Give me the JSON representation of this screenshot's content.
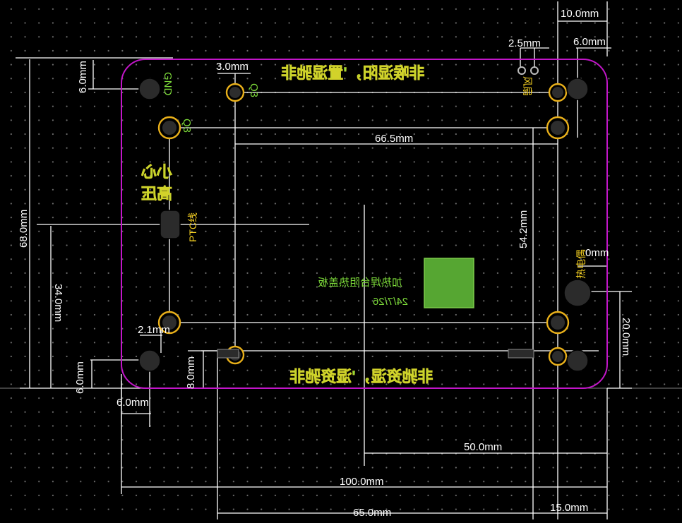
{
  "dimensions": {
    "d_10mm": "10.0mm",
    "d_6mm_top": "6.0mm",
    "d_2_5mm": "2.5mm",
    "d_3mm": "3.0mm",
    "d_6mm_left_top": "6.0mm",
    "d_66_5mm": "66.5mm",
    "d_68mm": "68.0mm",
    "d_54_2mm": "54.2mm",
    "d_34mm": "34.0mm",
    "d_r0mm": "0mm",
    "d_2_1mm": "2.1mm",
    "d_20mm": "20.0mm",
    "d_6mm_left_bottom": "6.0mm",
    "d_8mm": "8.0mm",
    "d_6mm_bottom": "6.0mm",
    "d_50mm": "50.0mm",
    "d_100mm": "100.0mm",
    "d_65mm": "65.0mm",
    "d_15mm": "15.0mm"
  },
  "silkscreen": {
    "top_banner": "非喉湿阳，'置湿驰非",
    "bottom_banner": "非驰资湿，'湿资驰非",
    "left_note_1": "小心",
    "left_note_2": "高压",
    "ptc_label": "PTC线",
    "fuse_label": "风扇",
    "thermistor_label": "热电偶",
    "q3_top": "Q3",
    "q3_mid": "Q3",
    "gnd_label": "GND",
    "board_title": "加热焊台阻热盖板",
    "board_date": "24/7/26"
  },
  "colors": {
    "board_outline": "#c316c9",
    "pad_ring": "#e9b01a",
    "hole": "#2a2a2a",
    "silk_green": "#7ddb3a",
    "silk_yellow": "#f5d021",
    "copper_square": "#56a632",
    "dimension_line": "#ffffff"
  }
}
